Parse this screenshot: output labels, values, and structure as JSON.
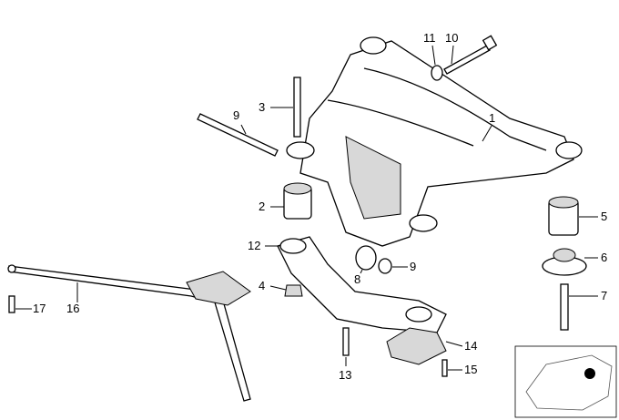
{
  "diagram": {
    "callouts": [
      {
        "id": "c1",
        "text": "1"
      },
      {
        "id": "c2",
        "text": "2"
      },
      {
        "id": "c3",
        "text": "3"
      },
      {
        "id": "c4",
        "text": "4"
      },
      {
        "id": "c5",
        "text": "5"
      },
      {
        "id": "c6",
        "text": "6"
      },
      {
        "id": "c7",
        "text": "7"
      },
      {
        "id": "c8",
        "text": "8"
      },
      {
        "id": "c9a",
        "text": "9"
      },
      {
        "id": "c9b",
        "text": "9"
      },
      {
        "id": "c10",
        "text": "10"
      },
      {
        "id": "c11",
        "text": "11"
      },
      {
        "id": "c12",
        "text": "12"
      },
      {
        "id": "c13",
        "text": "13"
      },
      {
        "id": "c14",
        "text": "14"
      },
      {
        "id": "c15",
        "text": "15"
      },
      {
        "id": "c16",
        "text": "16"
      },
      {
        "id": "c17",
        "text": "17"
      }
    ]
  }
}
